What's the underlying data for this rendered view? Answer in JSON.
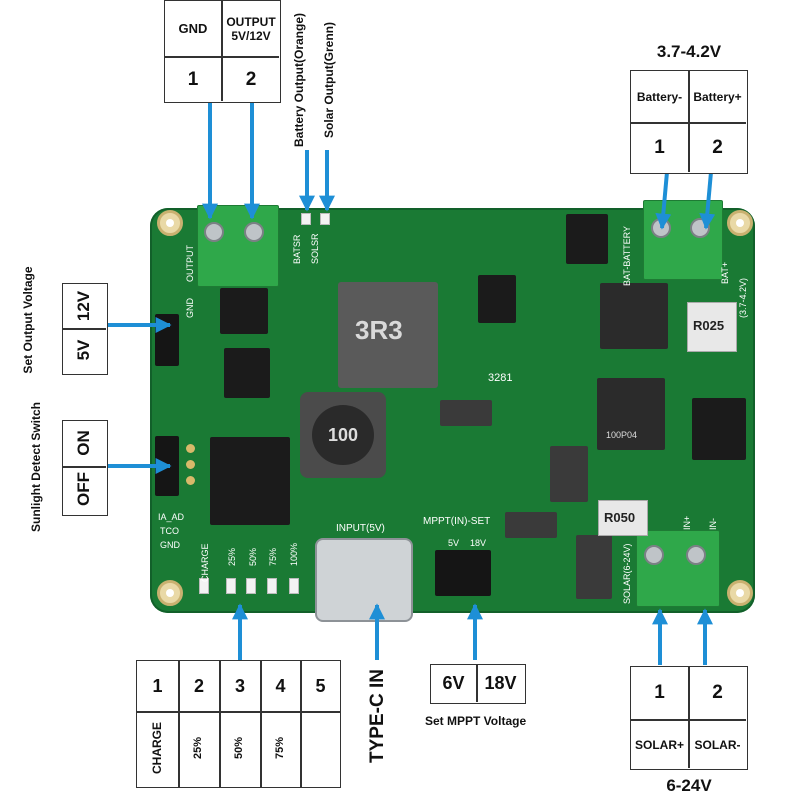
{
  "output_table": {
    "headers": [
      "GND",
      "OUTPUT\n5V/12V"
    ],
    "numbers": [
      "1",
      "2"
    ]
  },
  "status_leds": {
    "battery": "Battery Output(Orange)",
    "solar": "Solar Output(Grenn)"
  },
  "battery": {
    "voltage": "3.7-4.2V",
    "headers": [
      "Battery-",
      "Battery+"
    ],
    "numbers": [
      "1",
      "2"
    ]
  },
  "output_voltage": {
    "caption": "Set Output Voltage",
    "high": "12V",
    "low": "5V"
  },
  "sunlight": {
    "caption": "Sunlight Detect Switch",
    "on": "ON",
    "off": "OFF"
  },
  "charge_table": {
    "numbers": [
      "1",
      "2",
      "3",
      "4",
      "5"
    ],
    "labels": [
      "CHARGE",
      "25%",
      "50%",
      "75%",
      ""
    ]
  },
  "typec": {
    "label": "TYPE-C IN"
  },
  "mppt": {
    "low": "6V",
    "high": "18V",
    "caption": "Set MPPT Voltage"
  },
  "solar": {
    "numbers": [
      "1",
      "2"
    ],
    "headers": [
      "SOLAR+",
      "SOLAR-"
    ],
    "voltage": "6-24V"
  },
  "pcb_silk": {
    "input": "INPUT(5V)",
    "mppt_set": "MPPT(IN)-SET",
    "chg": "CHARGE",
    "pct25": "25%",
    "pct50": "50%",
    "pct75": "75%",
    "pct100": "100%",
    "ia": "IA_AD",
    "tco": "TCO",
    "gnd": "GND",
    "out5": "5V",
    "out18": "18V",
    "output": "OUTPUT",
    "gnd2": "GND",
    "batsr": "BATSR",
    "solsr": "SOLSR",
    "bat_battery": "BAT-BATTERY",
    "bat_plus": "BAT+",
    "bat_range": "(3.7-4.2V)",
    "solar_in": "SOLAR(6-24V)",
    "in_minus": "IN-",
    "in_plus": "IN+",
    "ind_large": "3R3",
    "ind_small": "100",
    "r_left": "R025",
    "r_right": "R050",
    "mos_top": "100P04",
    "code": "3281"
  },
  "colors": {
    "pcb": "#1a7a34",
    "arrow": "#1e8fd6",
    "terminal": "#2fa84a"
  }
}
